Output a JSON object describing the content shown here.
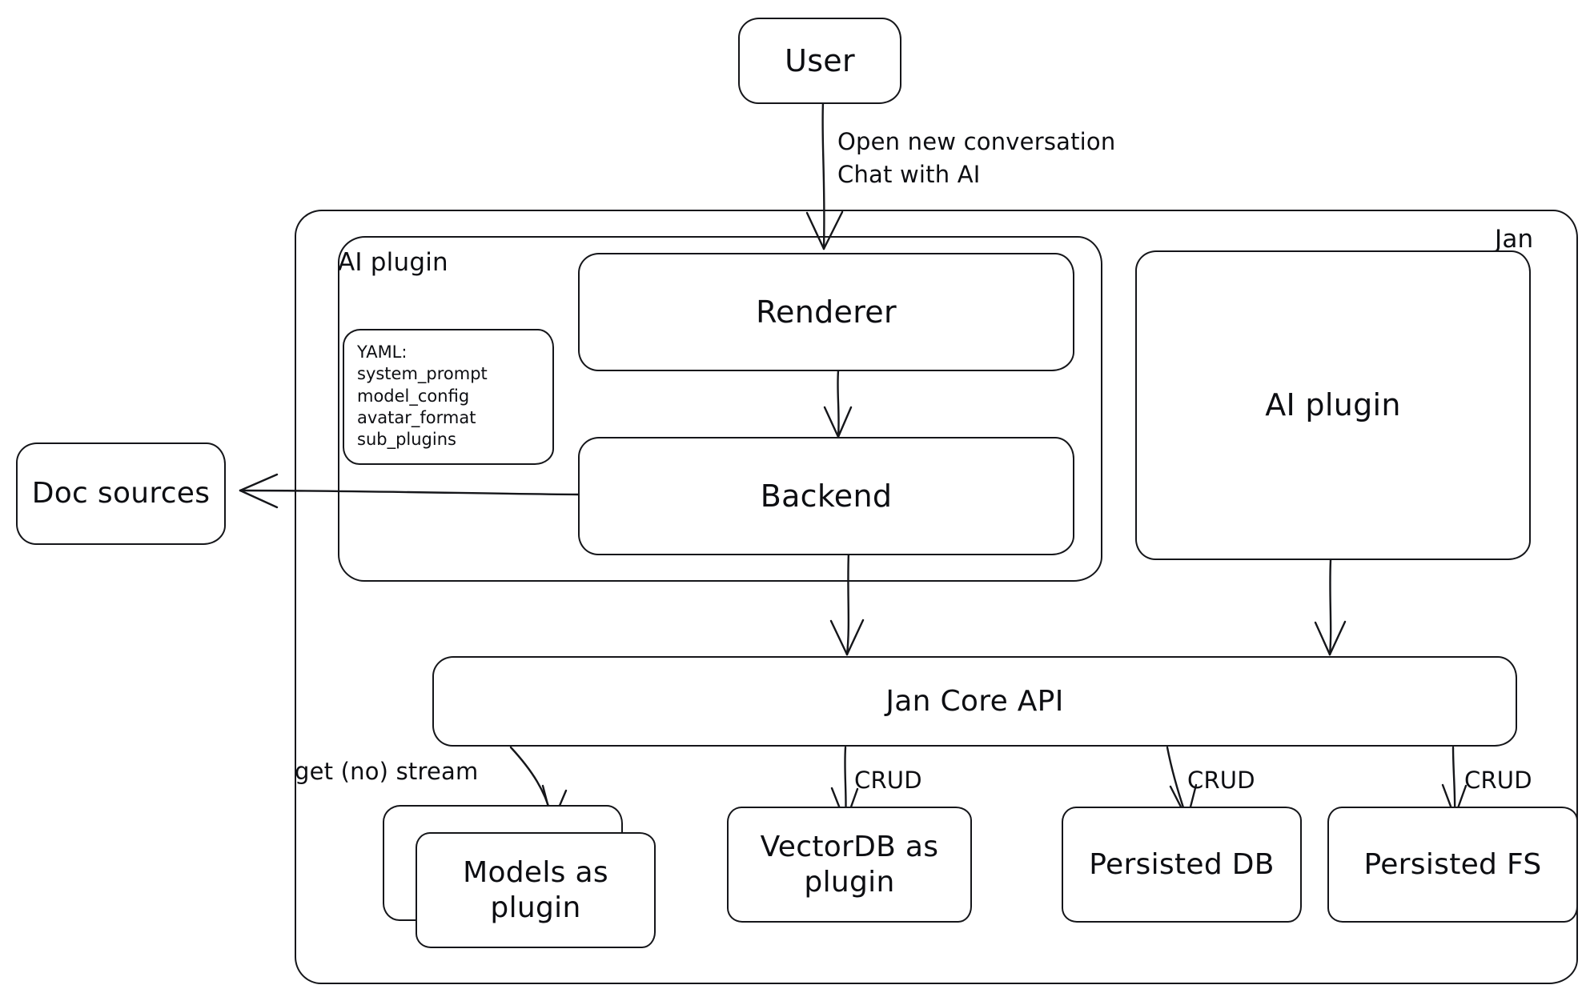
{
  "diagram": {
    "title": "Jan architecture",
    "style": "hand-drawn whiteboard sketch",
    "stroke_color": "#15161a",
    "background_color": "#ffffff"
  },
  "outer_container": {
    "label": "Jan"
  },
  "groups": [
    {
      "id": "ai-plugin-group",
      "label": "AI plugin"
    }
  ],
  "nodes": {
    "user": {
      "label": "User"
    },
    "renderer": {
      "label": "Renderer"
    },
    "backend": {
      "label": "Backend"
    },
    "ai_plugin_right": {
      "label": "AI plugin"
    },
    "doc_sources": {
      "label": "Doc sources"
    },
    "jan_core_api": {
      "label": "Jan Core API"
    },
    "models_as_plugin": {
      "label": "Models as\nplugin"
    },
    "vectordb_as_plugin": {
      "label": "VectorDB as\nplugin"
    },
    "persisted_db": {
      "label": "Persisted DB"
    },
    "persisted_fs": {
      "label": "Persisted FS"
    }
  },
  "yaml_card": {
    "lines": [
      "YAML:",
      "system_prompt",
      "model_config",
      "avatar_format",
      "sub_plugins"
    ]
  },
  "edges": [
    {
      "id": "user-to-renderer",
      "from": "user",
      "to": "renderer",
      "label": "Open new conversation\nChat with AI"
    },
    {
      "id": "renderer-to-backend",
      "from": "renderer",
      "to": "backend",
      "label": ""
    },
    {
      "id": "backend-to-doc-sources",
      "from": "backend",
      "to": "doc_sources",
      "label": ""
    },
    {
      "id": "backend-to-core",
      "from": "backend",
      "to": "jan_core_api",
      "label": ""
    },
    {
      "id": "ai-plugin-to-core",
      "from": "ai_plugin_right",
      "to": "jan_core_api",
      "label": ""
    },
    {
      "id": "core-to-models",
      "from": "jan_core_api",
      "to": "models_as_plugin",
      "label": "get (no) stream"
    },
    {
      "id": "core-to-vectordb",
      "from": "jan_core_api",
      "to": "vectordb_as_plugin",
      "label": "CRUD"
    },
    {
      "id": "core-to-persisted-db",
      "from": "jan_core_api",
      "to": "persisted_db",
      "label": "CRUD"
    },
    {
      "id": "core-to-persisted-fs",
      "from": "jan_core_api",
      "to": "persisted_fs",
      "label": "CRUD"
    }
  ]
}
